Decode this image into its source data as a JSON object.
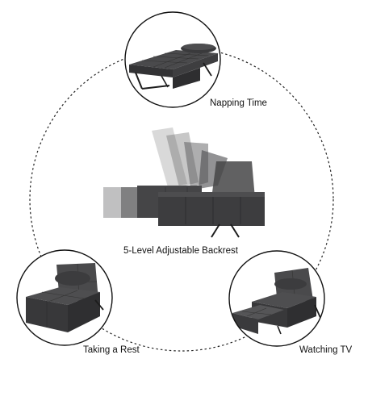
{
  "labels": {
    "top": "Napping Time",
    "center": "5-Level Adjustable Backrest",
    "bottom_left": "Taking a Rest",
    "bottom_right": "Watching TV"
  },
  "colors": {
    "fabric_dark": "#3a3a3c",
    "fabric_mid": "#4a4a4c",
    "fabric_light": "#5a5a5c",
    "frame": "#1c1c1c",
    "ring_stroke": "#111111",
    "dashed_path": "#222222",
    "text": "#111111"
  },
  "illustration_names": {
    "top": "sofa-bed-flat-with-pillow",
    "center": "sofa-backrest-5-positions",
    "bottom_left": "ottoman-chair-with-pillow",
    "bottom_right": "recliner-with-footrest-extended"
  }
}
